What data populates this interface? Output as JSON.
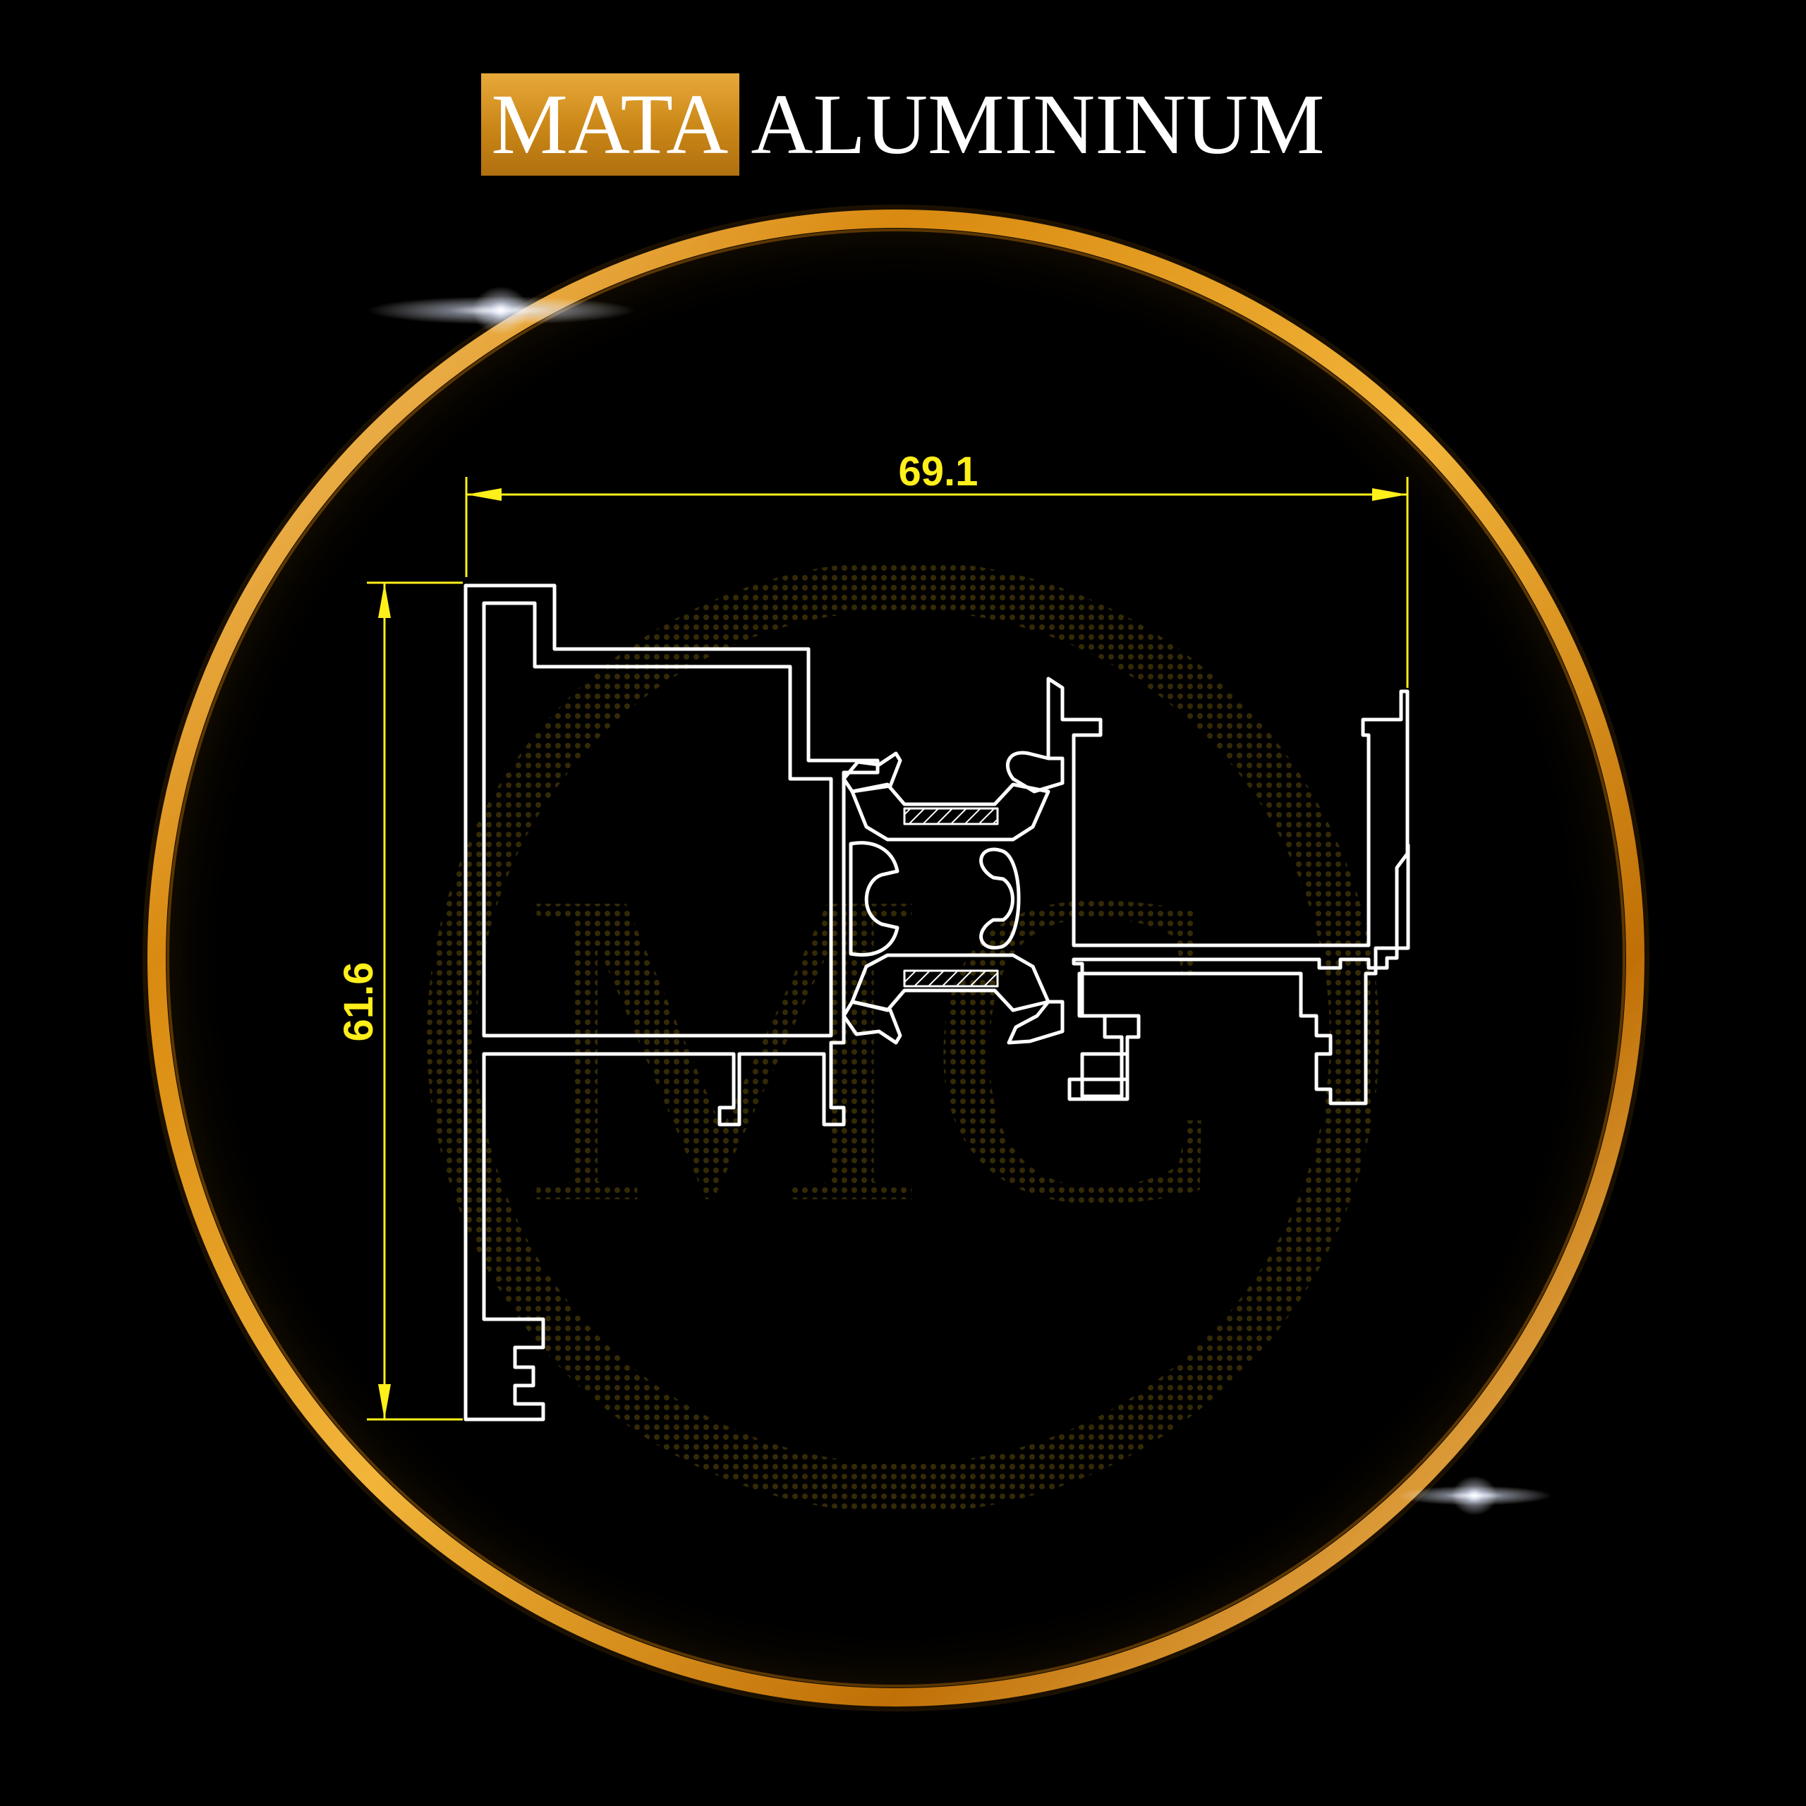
{
  "header": {
    "brand_highlight": "MATA",
    "brand_rest": "ALUMININUM"
  },
  "diagram": {
    "watermark": "MC",
    "dimensions": {
      "width_label": "69.1",
      "height_label": "61.6"
    }
  },
  "colors": {
    "background": "#000000",
    "ring_gold": "#d9961c",
    "brand_box": "#c98616",
    "profile_outline": "#ffffff",
    "dimension_yellow": "#ffef1a"
  }
}
